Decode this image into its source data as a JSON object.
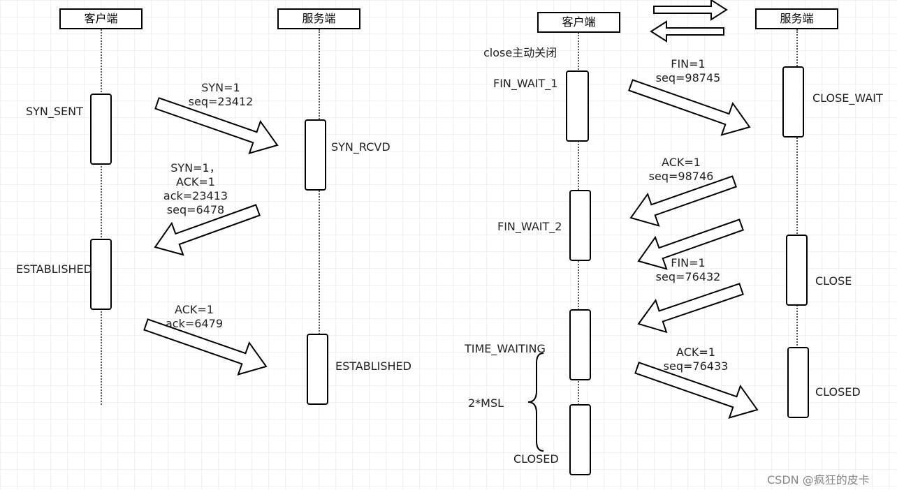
{
  "left": {
    "client_title": "客户端",
    "server_title": "服务端",
    "states": {
      "syn_sent": "SYN_SENT",
      "syn_rcvd": "SYN_RCVD",
      "client_established": "ESTABLISHED",
      "server_established": "ESTABLISHED"
    },
    "messages": {
      "syn": [
        "SYN=1",
        "seq=23412"
      ],
      "synack": [
        "SYN=1，",
        "ACK=1",
        "ack=23413",
        "seq=6478"
      ],
      "ack": [
        "ACK=1",
        "ack=6479"
      ]
    }
  },
  "right": {
    "client_title": "客户端",
    "server_title": "服务端",
    "close_note": "close主动关闭",
    "states": {
      "fin_wait_1": "FIN_WAIT_1",
      "fin_wait_2": "FIN_WAIT_2",
      "time_waiting": "TIME_WAITING",
      "msl": "2*MSL",
      "client_closed": "CLOSED",
      "close_wait": "CLOSE_WAIT",
      "close": "CLOSE",
      "server_closed": "CLOSED"
    },
    "messages": {
      "fin1": [
        "FIN=1",
        "seq=98745"
      ],
      "ack1": [
        "ACK=1",
        "seq=98746"
      ],
      "fin2": [
        "FIN=1",
        "seq=76432"
      ],
      "ack2": [
        "ACK=1",
        "seq=76433"
      ]
    }
  },
  "watermark": "CSDN @疯狂的皮卡"
}
